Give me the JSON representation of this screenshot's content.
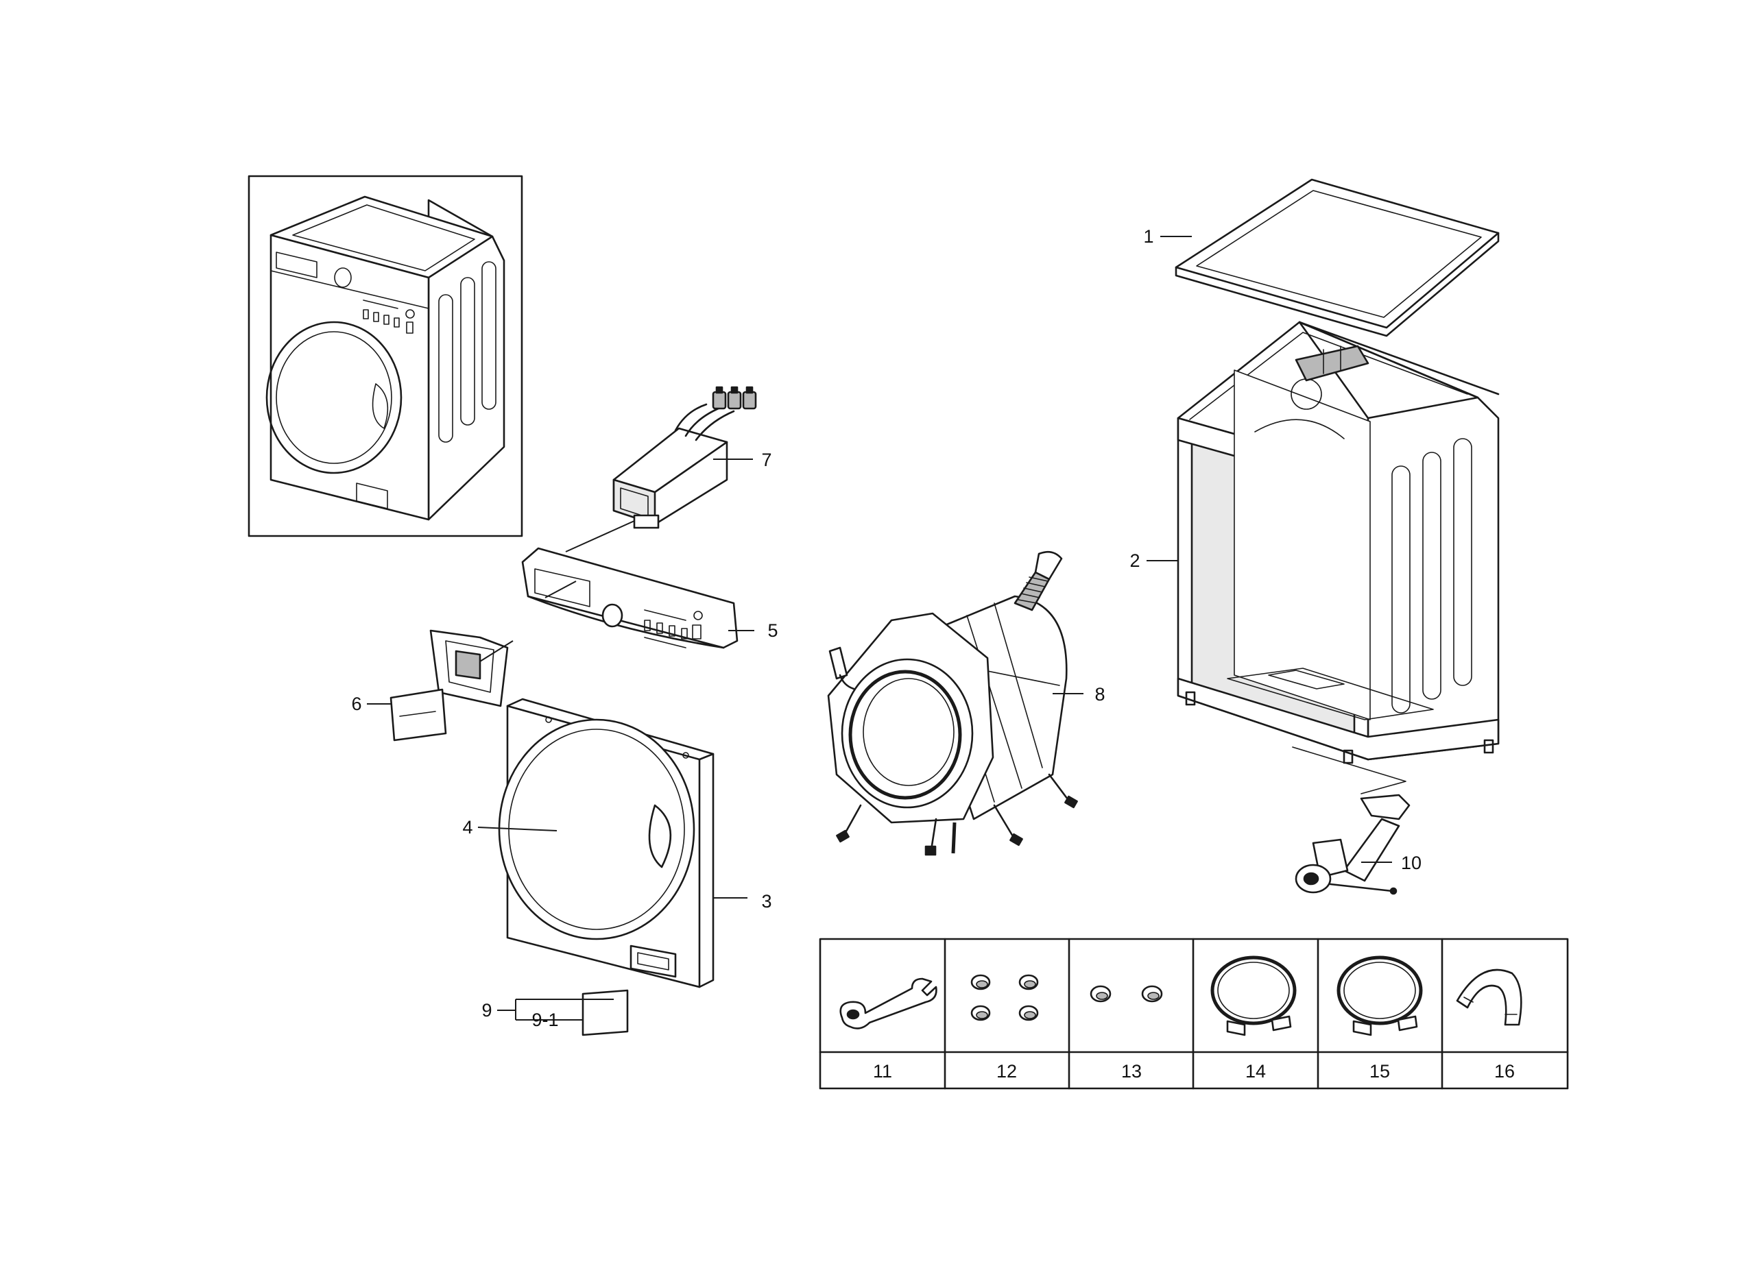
{
  "callouts": {
    "c1": "1",
    "c2": "2",
    "c3": "3",
    "c4": "4",
    "c5": "5",
    "c6": "6",
    "c7": "7",
    "c8": "8",
    "c9": "9",
    "c9_1": "9-1",
    "c10": "10"
  },
  "accessories": [
    {
      "id": "11",
      "icon": "wrench-icon"
    },
    {
      "id": "12",
      "icon": "leveling-caps-4-icon"
    },
    {
      "id": "13",
      "icon": "caps-2-icon"
    },
    {
      "id": "14",
      "icon": "water-hose-icon"
    },
    {
      "id": "15",
      "icon": "water-hose-icon"
    },
    {
      "id": "16",
      "icon": "hose-guide-icon"
    }
  ]
}
